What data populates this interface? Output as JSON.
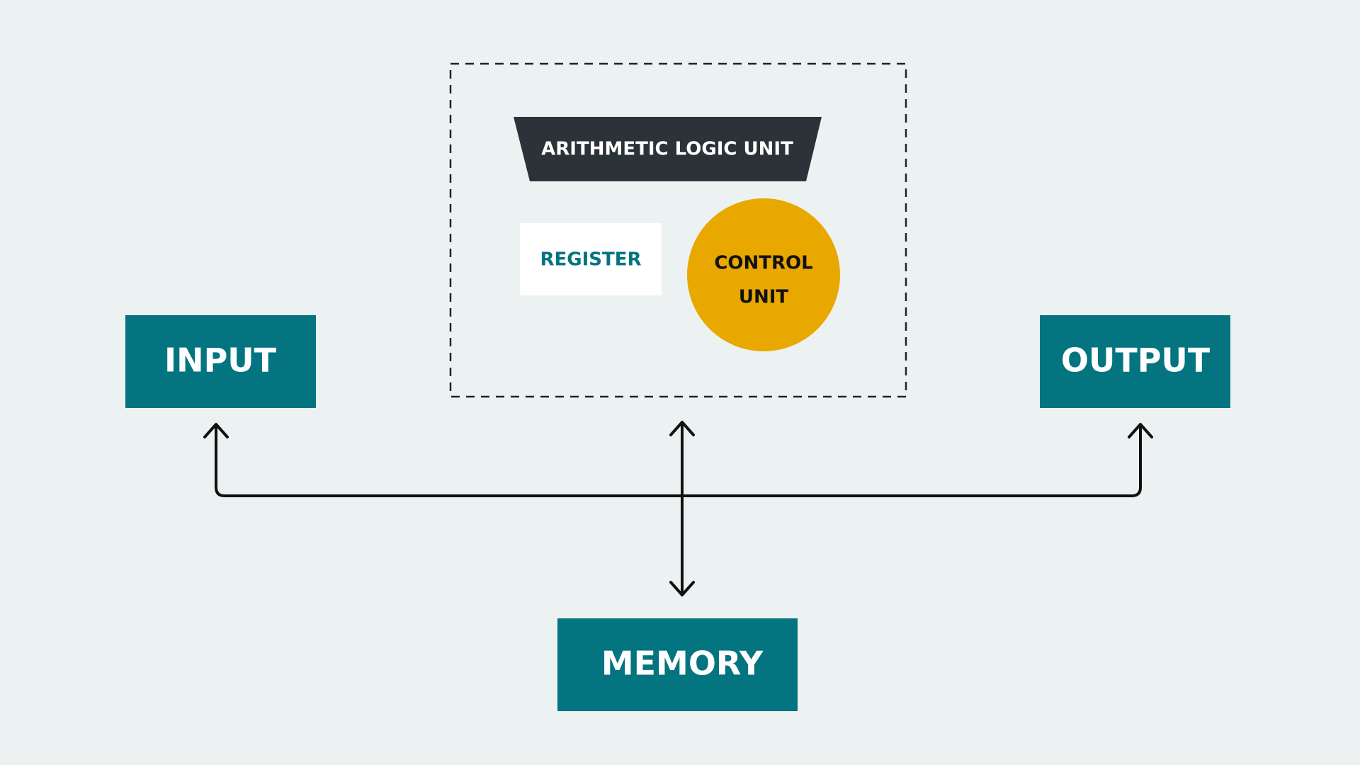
{
  "canvas": {
    "background": "#ecf2f2"
  },
  "colors": {
    "teal": "#037480",
    "dark": "#2c3338",
    "gold": "#e9a800",
    "white": "#ffffff",
    "line": "#111111",
    "border": "#222222"
  },
  "cpu": {
    "alu": {
      "label": "ARITHMETIC LOGIC UNIT"
    },
    "register": {
      "label": "REGISTER"
    },
    "control_unit": {
      "line1": "CONTROL",
      "line2": "UNIT"
    }
  },
  "input": {
    "label": "INPUT"
  },
  "output": {
    "label": "OUTPUT"
  },
  "memory": {
    "label": "MEMORY"
  }
}
